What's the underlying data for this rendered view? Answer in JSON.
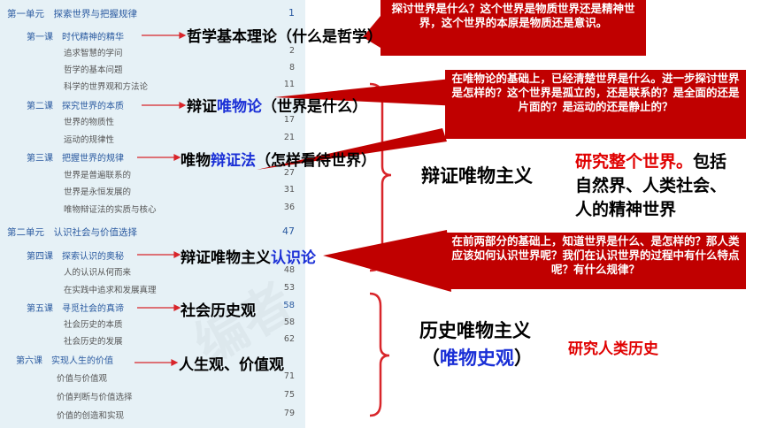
{
  "toc": {
    "rows": [
      {
        "kind": "unit",
        "label": "第一单元　探索世界与把握规律",
        "page": "1"
      },
      {
        "kind": "lesson",
        "label": "第一课　时代精神的精华",
        "page": ""
      },
      {
        "kind": "item",
        "label": "追求智慧的学问",
        "page": "2"
      },
      {
        "kind": "item",
        "label": "哲学的基本问题",
        "page": "8"
      },
      {
        "kind": "item",
        "label": "科学的世界观和方法论",
        "page": "11"
      },
      {
        "kind": "lesson",
        "label": "第二课　探究世界的本质",
        "page": ""
      },
      {
        "kind": "item",
        "label": "世界的物质性",
        "page": "17"
      },
      {
        "kind": "item",
        "label": "运动的规律性",
        "page": "21"
      },
      {
        "kind": "lesson",
        "label": "第三课　把握世界的规律",
        "page": ""
      },
      {
        "kind": "item",
        "label": "世界是普遍联系的",
        "page": "27"
      },
      {
        "kind": "item",
        "label": "世界是永恒发展的",
        "page": "31"
      },
      {
        "kind": "item",
        "label": "唯物辩证法的实质与核心",
        "page": "36"
      },
      {
        "kind": "unit",
        "label": "第二单元　认识社会与价值选择",
        "page": "47"
      },
      {
        "kind": "lesson",
        "label": "第四课　探索认识的奥秘",
        "page": ""
      },
      {
        "kind": "item",
        "label": "人的认识从何而来",
        "page": "48"
      },
      {
        "kind": "item",
        "label": "在实践中追求和发展真理",
        "page": "53"
      },
      {
        "kind": "lesson",
        "label": "第五课　寻觅社会的真谛",
        "page": "58"
      },
      {
        "kind": "item",
        "label": "社会历史的本质",
        "page": "58"
      },
      {
        "kind": "item",
        "label": "社会历史的发展",
        "page": "62"
      },
      {
        "kind": "lesson",
        "label": "第六课　实现人生的价值",
        "page": ""
      },
      {
        "kind": "item",
        "label": "价值与价值观",
        "page": "71"
      },
      {
        "kind": "item",
        "label": "价值判断与价值选择",
        "page": "75"
      },
      {
        "kind": "item",
        "label": "价值的创造和实现",
        "page": "79"
      }
    ],
    "watermark": "编者"
  },
  "labels": {
    "philosophy": "哲学基本理论（什么是哲学）",
    "dialectical_materialism_a": "辩证",
    "dialectical_materialism_b": "唯物论",
    "dialectical_materialism_c": "（世界是什么）",
    "materialist_dialectics_a": "唯物",
    "materialist_dialectics_b": "辩证法",
    "materialist_dialectics_c": "（怎样看待世界）",
    "epistemology_a": "辩证唯物主义",
    "epistemology_b": "认识论",
    "social_history": "社会历史观",
    "life_values": "人生观、价值观"
  },
  "boxes": {
    "box1": "探讨世界是什么？这个世界是物质世界还是精神世界，这个世界的本原是物质还是意识。",
    "box2": "在唯物论的基础上，已经清楚世界是什么。进一步探讨世界是怎样的？这个世界是孤立的，还是联系的？是全面的还是片面的？是运动的还是静止的？",
    "box3": "在前两部分的基础上，知道世界是什么、是怎样的？那人类应该如何认识世界呢？我们在认识世界的过程中有什么特点呢？有什么规律？"
  },
  "summary": {
    "dm_title": "辩证唯物主义",
    "dm_desc_red": "研究整个世界。",
    "dm_desc_black": "包括自然界、人类社会、人的精神世界",
    "hm_title_line1": "历史唯物主义",
    "hm_title_line2_a": "（",
    "hm_title_line2_b": "唯物史观",
    "hm_title_line2_c": "）",
    "hm_desc": "研究人类历史"
  },
  "colors": {
    "accent_red": "#c00000",
    "highlight_blue": "#1a2fd6",
    "toc_bg": "#e6f1f6"
  }
}
